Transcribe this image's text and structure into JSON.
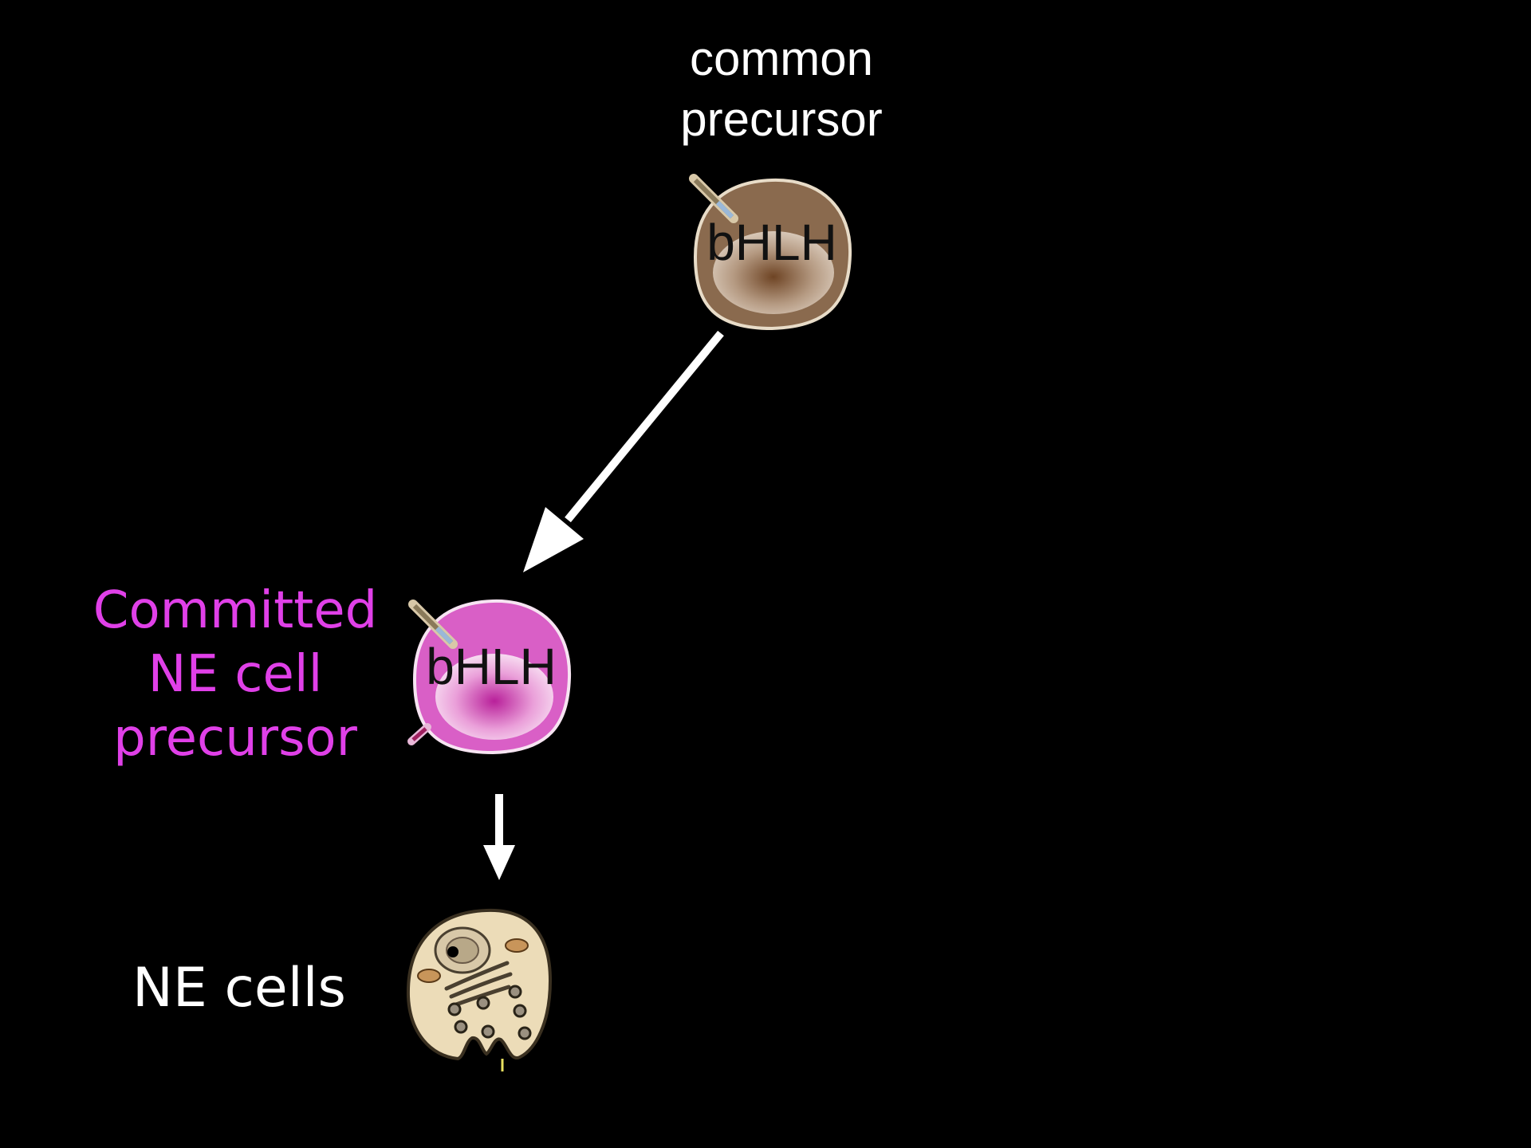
{
  "stages": {
    "common_precursor": {
      "label_lines": [
        "common",
        "precursor"
      ],
      "cell_text": "bHLH",
      "color": "#8a6a4e"
    },
    "committed_precursor": {
      "label_lines": [
        "Committed",
        "NE cell",
        "precursor"
      ],
      "cell_text": "bHLH",
      "color": "#d95fc6",
      "label_color": "#e040e8"
    },
    "ne_cells": {
      "label": "NE cells",
      "color": "#ecdcb8"
    }
  },
  "background": "#000000",
  "arrow_color": "#ffffff"
}
